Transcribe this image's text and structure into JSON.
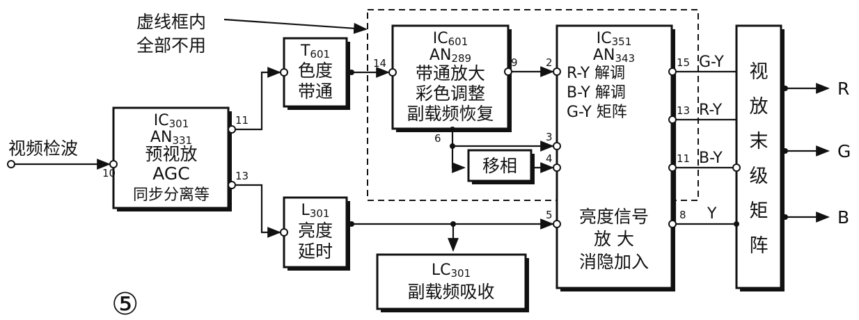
{
  "note": {
    "line1": "虚线框内",
    "line2": "全部不用"
  },
  "input_label": "视频检波",
  "figure_number": "⑤",
  "blocks": {
    "ic301": {
      "l1": "IC",
      "l1_sub": "301",
      "l2": "AN",
      "l2_sub": "331",
      "l3": "预视放",
      "l4": "AGC",
      "l5": "同步分离等"
    },
    "t601": {
      "l1": "T",
      "l1_sub": "601",
      "l2": "色度",
      "l3": "带通"
    },
    "ic601": {
      "l1": "IC",
      "l1_sub": "601",
      "l2": "AN",
      "l2_sub": "289",
      "l3": "带通放大",
      "l4": "彩色调整",
      "l5": "副载频恢复"
    },
    "phase": {
      "label": "移相"
    },
    "ic351": {
      "l1": "IC",
      "l1_sub": "351",
      "l2": "AN",
      "l2_sub": "343",
      "r1": "R-Y  解调",
      "r2": "B-Y  解调",
      "r3": "G-Y  矩阵",
      "r4": "亮度信号",
      "r5": "放    大",
      "r6": "消隐加入"
    },
    "l301": {
      "l1": "L",
      "l1_sub": "301",
      "l2": "亮度",
      "l3": "延时"
    },
    "lc301": {
      "l1": "LC",
      "l1_sub": "301",
      "l2": "副载频吸收"
    },
    "matrix": {
      "label": "视放末级矩阵"
    }
  },
  "pins": {
    "ic301_in": "10",
    "ic301_out1": "11",
    "ic301_out2": "13",
    "ic601_in": "14",
    "ic601_out": "9",
    "ic601_out2": "6",
    "ic351_p2": "2",
    "ic351_p3": "3",
    "ic351_p4": "4",
    "ic351_p5": "5",
    "ic351_p15": "15",
    "ic351_p13": "13",
    "ic351_p11": "11",
    "ic351_p8": "8"
  },
  "signals": {
    "gy": "G-Y",
    "ry": "R-Y",
    "by": "B-Y",
    "y": "Y"
  },
  "outputs": {
    "r": "R",
    "g": "G",
    "b": "B"
  }
}
